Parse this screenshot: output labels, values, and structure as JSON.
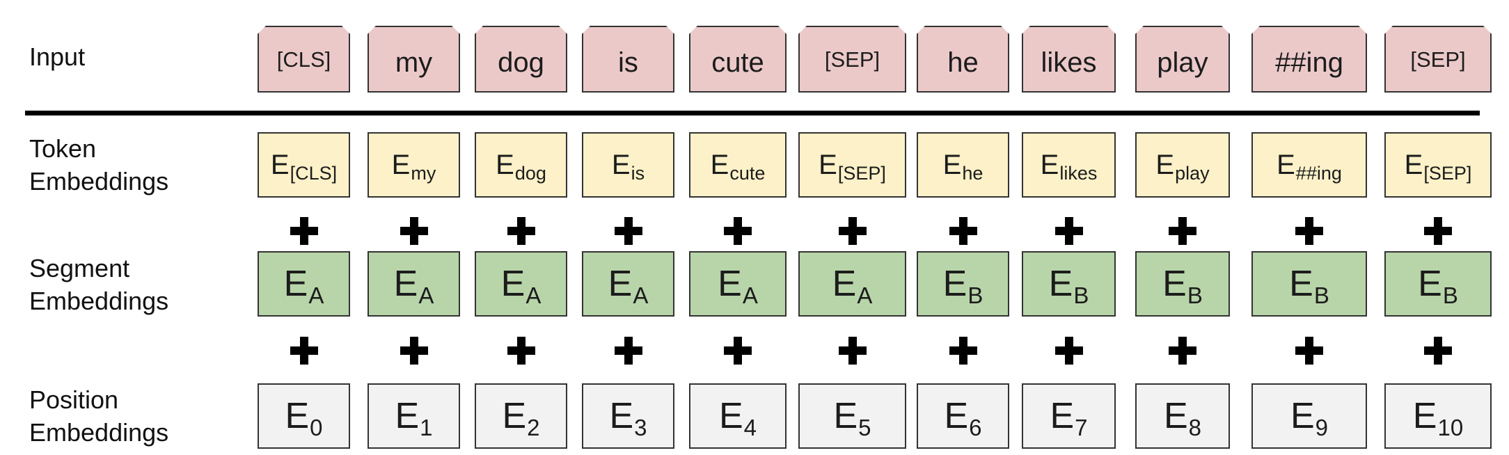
{
  "row_labels": {
    "input": "Input",
    "token_line1": "Token",
    "token_line2": "Embeddings",
    "segment_line1": "Segment",
    "segment_line2": "Embeddings",
    "position_line1": "Position",
    "position_line2": "Embeddings"
  },
  "embedding_letter": "E",
  "columns": [
    {
      "input": "[CLS]",
      "token_sub": "[CLS]",
      "segment_sub": "A",
      "position_sub": "0"
    },
    {
      "input": "my",
      "token_sub": "my",
      "segment_sub": "A",
      "position_sub": "1"
    },
    {
      "input": "dog",
      "token_sub": "dog",
      "segment_sub": "A",
      "position_sub": "2"
    },
    {
      "input": "is",
      "token_sub": "is",
      "segment_sub": "A",
      "position_sub": "3"
    },
    {
      "input": "cute",
      "token_sub": "cute",
      "segment_sub": "A",
      "position_sub": "4"
    },
    {
      "input": "[SEP]",
      "token_sub": "[SEP]",
      "segment_sub": "A",
      "position_sub": "5"
    },
    {
      "input": "he",
      "token_sub": "he",
      "segment_sub": "B",
      "position_sub": "6"
    },
    {
      "input": "likes",
      "token_sub": "likes",
      "segment_sub": "B",
      "position_sub": "7"
    },
    {
      "input": "play",
      "token_sub": "play",
      "segment_sub": "B",
      "position_sub": "8"
    },
    {
      "input": "##ing",
      "token_sub": "##ing",
      "segment_sub": "B",
      "position_sub": "9"
    },
    {
      "input": "[SEP]",
      "token_sub": "[SEP]",
      "segment_sub": "B",
      "position_sub": "10"
    }
  ],
  "colors": {
    "input_fill": "#ecc9c9",
    "token_fill": "#fcf1c8",
    "segment_fill": "#b8d5a9",
    "position_fill": "#f2f2f2"
  }
}
